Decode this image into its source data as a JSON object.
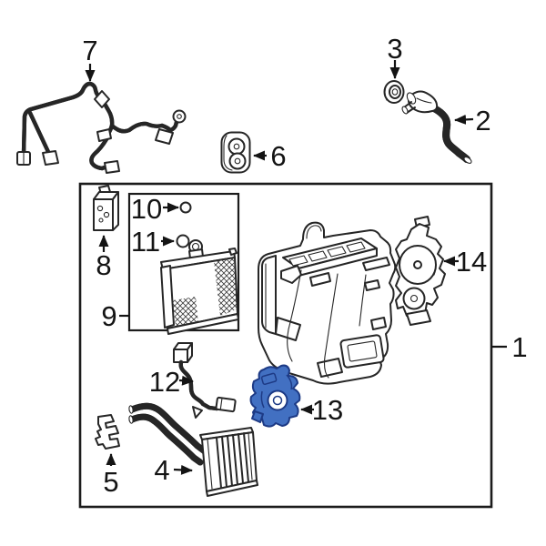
{
  "diagram": {
    "kind": "exploded-parts-diagram",
    "background": "#ffffff",
    "line_color": "#262626",
    "label_color": "#141414",
    "highlight": {
      "fill": "#4270c2",
      "stroke": "#1d3a85",
      "meaning": "selected-part"
    },
    "selected_callout": "13",
    "callouts": [
      {
        "label": "1",
        "part": "hvac-assembly-boundary-box"
      },
      {
        "label": "2",
        "part": "molded-hose"
      },
      {
        "label": "3",
        "part": "grommet"
      },
      {
        "label": "4",
        "part": "heater-core-with-pipes"
      },
      {
        "label": "5",
        "part": "pipe-clamp"
      },
      {
        "label": "6",
        "part": "rubber-cushion"
      },
      {
        "label": "7",
        "part": "wiring-harness"
      },
      {
        "label": "8",
        "part": "expansion-valve"
      },
      {
        "label": "9",
        "part": "evaporator-sub-assembly-box"
      },
      {
        "label": "10",
        "part": "o-ring-small"
      },
      {
        "label": "11",
        "part": "o-ring-large"
      },
      {
        "label": "12",
        "part": "thermistor-wire"
      },
      {
        "label": "13",
        "part": "servo-motor-selected"
      },
      {
        "label": "14",
        "part": "servo-motor"
      }
    ]
  }
}
